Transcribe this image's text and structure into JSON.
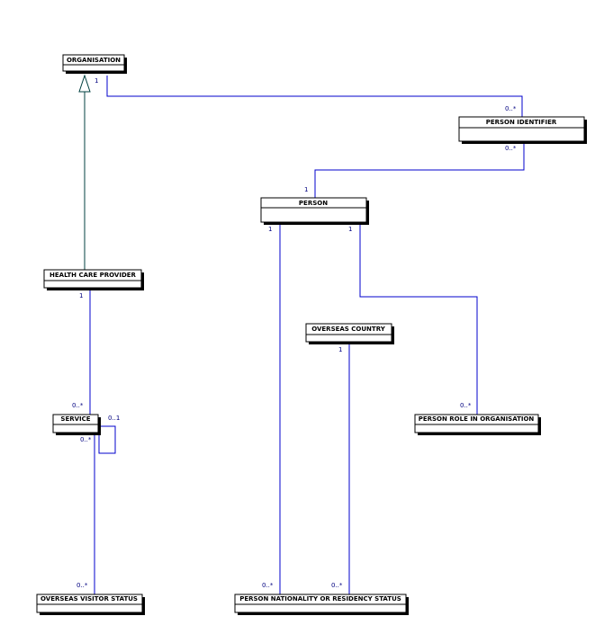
{
  "colors": {
    "association": "#0000cc",
    "generalization": "#004040",
    "box_border": "#000000",
    "box_shadow": "#000000",
    "multiplicity": "#000080"
  },
  "entities": {
    "organisation": "ORGANISATION",
    "person_identifier": "PERSON IDENTIFIER",
    "person": "PERSON",
    "health_care_provider": "HEALTH CARE PROVIDER",
    "overseas_country": "OVERSEAS COUNTRY",
    "service": "SERVICE",
    "person_role_in_organisation": "PERSON ROLE IN ORGANISATION",
    "overseas_visitor_status": "OVERSEAS VISITOR STATUS",
    "person_nationality_or_residency_status": "PERSON NATIONALITY OR RESIDENCY STATUS"
  },
  "multiplicities": {
    "org_to_pid_org": "1",
    "org_to_pid_pid": "0..*",
    "pid_to_person_pid": "0..*",
    "pid_to_person_person": "1",
    "person_to_nat": "1",
    "person_to_role": "1",
    "hcp_to_service_hcp": "1",
    "hcp_to_service_service": "0..*",
    "service_self_one": "0..1",
    "service_self_many": "0..*",
    "country_to_nat": "1",
    "role_from_person": "0..*",
    "visitor_from_service": "0..*",
    "nat_from_person": "0..*",
    "nat_from_country": "0..*"
  }
}
